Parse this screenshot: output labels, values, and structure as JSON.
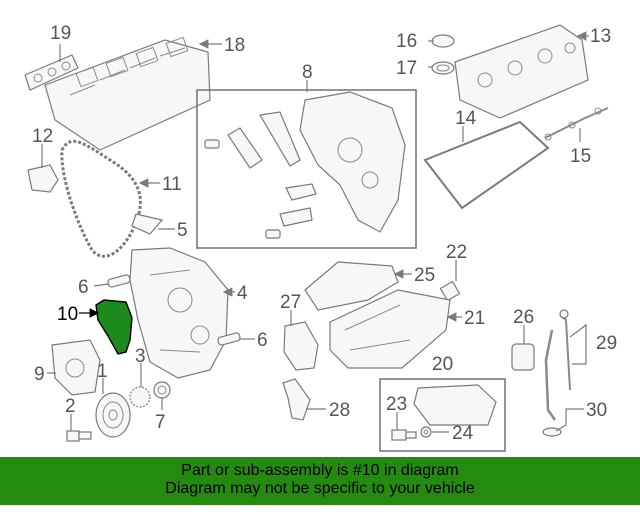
{
  "diagram": {
    "callouts": [
      "19",
      "18",
      "16",
      "13",
      "17",
      "8",
      "14",
      "12",
      "15",
      "11",
      "5",
      "22",
      "25",
      "6",
      "4",
      "21",
      "27",
      "10",
      "26",
      "29",
      "6",
      "9",
      "3",
      "1",
      "20",
      "2",
      "7",
      "23",
      "28",
      "30",
      "24"
    ],
    "highlight_callout": "10",
    "highlight_color": "#1c8a1c"
  },
  "banner": {
    "line1": "Part or sub-assembly is #10 in diagram",
    "line2": "Diagram may not be specific to your vehicle",
    "background": "#258a10"
  }
}
